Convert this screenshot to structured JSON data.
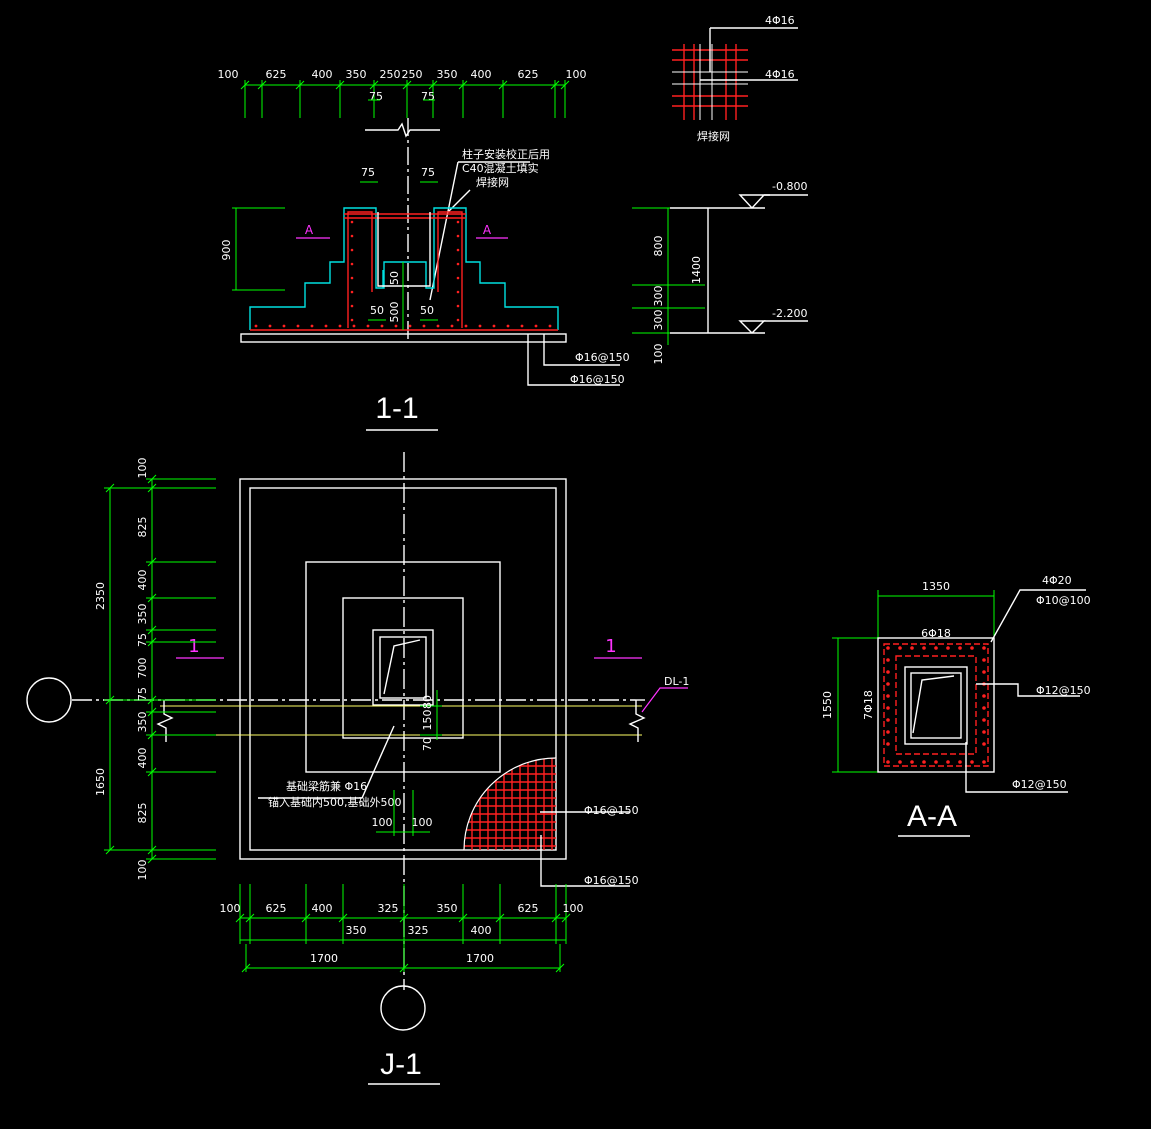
{
  "views": {
    "section_1_1": {
      "title": "1-1",
      "top_dims": [
        "100",
        "625",
        "400",
        "350",
        "250",
        "250",
        "350",
        "400",
        "625",
        "100"
      ],
      "sub_dims": [
        "75",
        "75"
      ],
      "column_dims": [
        "75",
        "75"
      ],
      "note_lines": [
        "柱子安装校正后用",
        "C40混凝土填实",
        "焊接网"
      ],
      "height_dim": "900",
      "inner_dims": {
        "d50a": "50",
        "d50b": "50",
        "d50c": "50",
        "d500": "500"
      },
      "section_mark_left": "A",
      "section_mark_right": "A",
      "right_dims": [
        "800",
        "300",
        "300",
        "100"
      ],
      "total_dim": "1400",
      "elev_top": "-0.800",
      "elev_bottom": "-2.200",
      "rebar_1": "Φ16@150",
      "rebar_2": "Φ16@150"
    },
    "mesh_detail": {
      "label_top": "4Φ16",
      "label_mid": "4Φ16",
      "caption": "焊接网"
    },
    "plan_j1": {
      "title": "J-1",
      "left_dims": [
        "100",
        "825",
        "400",
        "350",
        "75",
        "700",
        "75",
        "350",
        "400",
        "825",
        "100"
      ],
      "left_totals": [
        "2350",
        "1650"
      ],
      "bottom_dims": [
        "100",
        "625",
        "400",
        "325",
        "350",
        "625",
        "100"
      ],
      "bottom_sub_dims": [
        "350",
        "325",
        "400"
      ],
      "bottom_totals": [
        "1700",
        "1700"
      ],
      "beam_label": "DL-1",
      "section_mark_left": "1",
      "section_mark_right": "1",
      "note_lines": [
        "基础梁筋兼 Φ16",
        "锚入基础内500,基础外500"
      ],
      "inner_dims": {
        "d80": "80",
        "d150": "150",
        "d70": "70",
        "d100a": "100",
        "d100b": "100"
      },
      "rebar_1": "Φ16@150",
      "rebar_2": "Φ16@150"
    },
    "section_a_a": {
      "title": "A-A",
      "width_dim": "1350",
      "height_dim": "1550",
      "label_4phi20": "4Φ20",
      "label_phi10": "Φ10@100",
      "label_6phi18": "6Φ18",
      "label_7phi18": "7Φ18",
      "label_phi12a": "Φ12@150",
      "label_phi12b": "Φ12@150"
    }
  },
  "colors": {
    "background": "#000000",
    "dimension": "#00ff00",
    "outline": "#ffffff",
    "rebar": "#ff2020",
    "concrete": "#00e0e0",
    "section_mark": "#ff33ff",
    "beam": "#ffff66"
  }
}
